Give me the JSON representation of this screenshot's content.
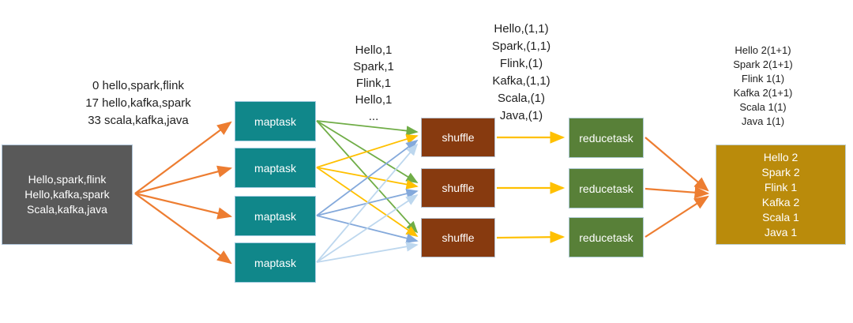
{
  "diagram": {
    "title": "mapreduce-wordcount-flow",
    "input_annotation": {
      "lines": [
        "0 hello,spark,flink",
        "17 hello,kafka,spark",
        "33 scala,kafka,java"
      ]
    },
    "input_box": {
      "lines": [
        "Hello,spark,flink",
        "Hello,kafka,spark",
        "Scala,kafka,java"
      ]
    },
    "map_stage": {
      "boxes": [
        "maptask",
        "maptask",
        "maptask",
        "maptask"
      ]
    },
    "map_output_annotation": {
      "lines": [
        "Hello,1",
        "Spark,1",
        "Flink,1",
        "Hello,1",
        "..."
      ]
    },
    "shuffle_stage": {
      "boxes": [
        "shuffle",
        "shuffle",
        "shuffle"
      ]
    },
    "shuffle_output_annotation": {
      "lines": [
        "Hello,(1,1)",
        "Spark,(1,1)",
        "Flink,(1)",
        "Kafka,(1,1)",
        "Scala,(1)",
        "Java,(1)"
      ]
    },
    "reduce_stage": {
      "boxes": [
        "reducetask",
        "reducetask",
        "reducetask"
      ]
    },
    "reduce_output_annotation": {
      "lines": [
        "Hello 2(1+1)",
        "Spark 2(1+1)",
        "Flink 1(1)",
        "Kafka 2(1+1)",
        "Scala 1(1)",
        "Java 1(1)"
      ]
    },
    "result_box": {
      "lines": [
        "Hello 2",
        "Spark 2",
        "Flink 1",
        "Kafka 2",
        "Scala 1",
        "Java 1"
      ]
    }
  },
  "colors": {
    "input_box": "#595959",
    "maptask": "#10878A",
    "shuffle": "#873A0F",
    "reducetask": "#588038",
    "result_box": "#BA8B0B",
    "arrow_orange": "#ED7D31",
    "arrow_green": "#70AD47",
    "arrow_yellow": "#FFC000",
    "arrow_blue": "#84A9DB",
    "arrow_lightblue": "#BDD7EE"
  }
}
